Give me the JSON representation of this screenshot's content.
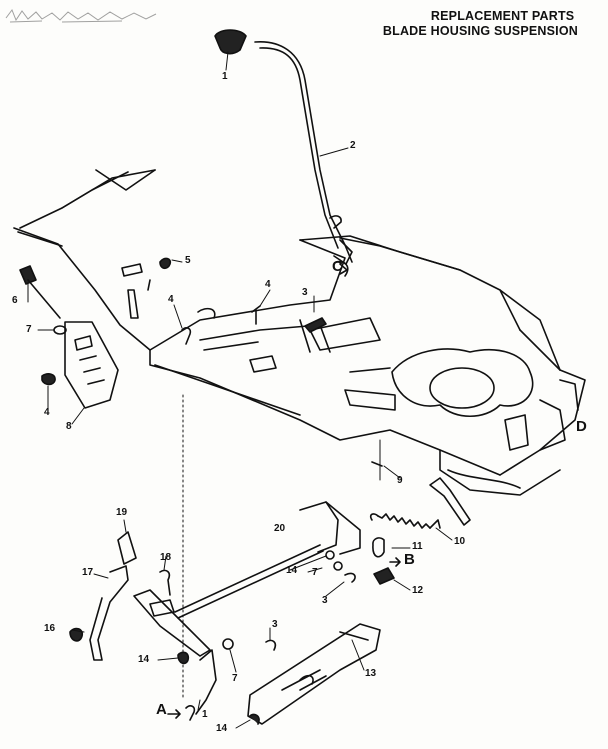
{
  "header": {
    "title_line1": "REPLACEMENT PARTS",
    "title_line2": "BLADE HOUSING SUSPENSION"
  },
  "callouts": {
    "c1_top": "1",
    "c2": "2",
    "c3_upper": "3",
    "c4_a": "4",
    "c4_b": "4",
    "c4_c": "4",
    "c5": "5",
    "c6": "6",
    "c7_left": "7",
    "c8": "8",
    "c9": "9",
    "c10": "10",
    "c11": "11",
    "c12": "12",
    "c13": "13",
    "c14_a": "14",
    "c14_b": "14",
    "c14_c": "14",
    "c16": "16",
    "c17": "17",
    "c18": "18",
    "c19": "19",
    "c20": "20",
    "c7_mid": "7",
    "c7_low": "7",
    "c3_mid": "3",
    "c3_low": "3",
    "c1_low": "1",
    "letter_a": "A",
    "letter_b": "B",
    "letter_c": "C",
    "letter_d": "D"
  },
  "colors": {
    "ink": "#111111",
    "paper": "#fdfdfb"
  }
}
